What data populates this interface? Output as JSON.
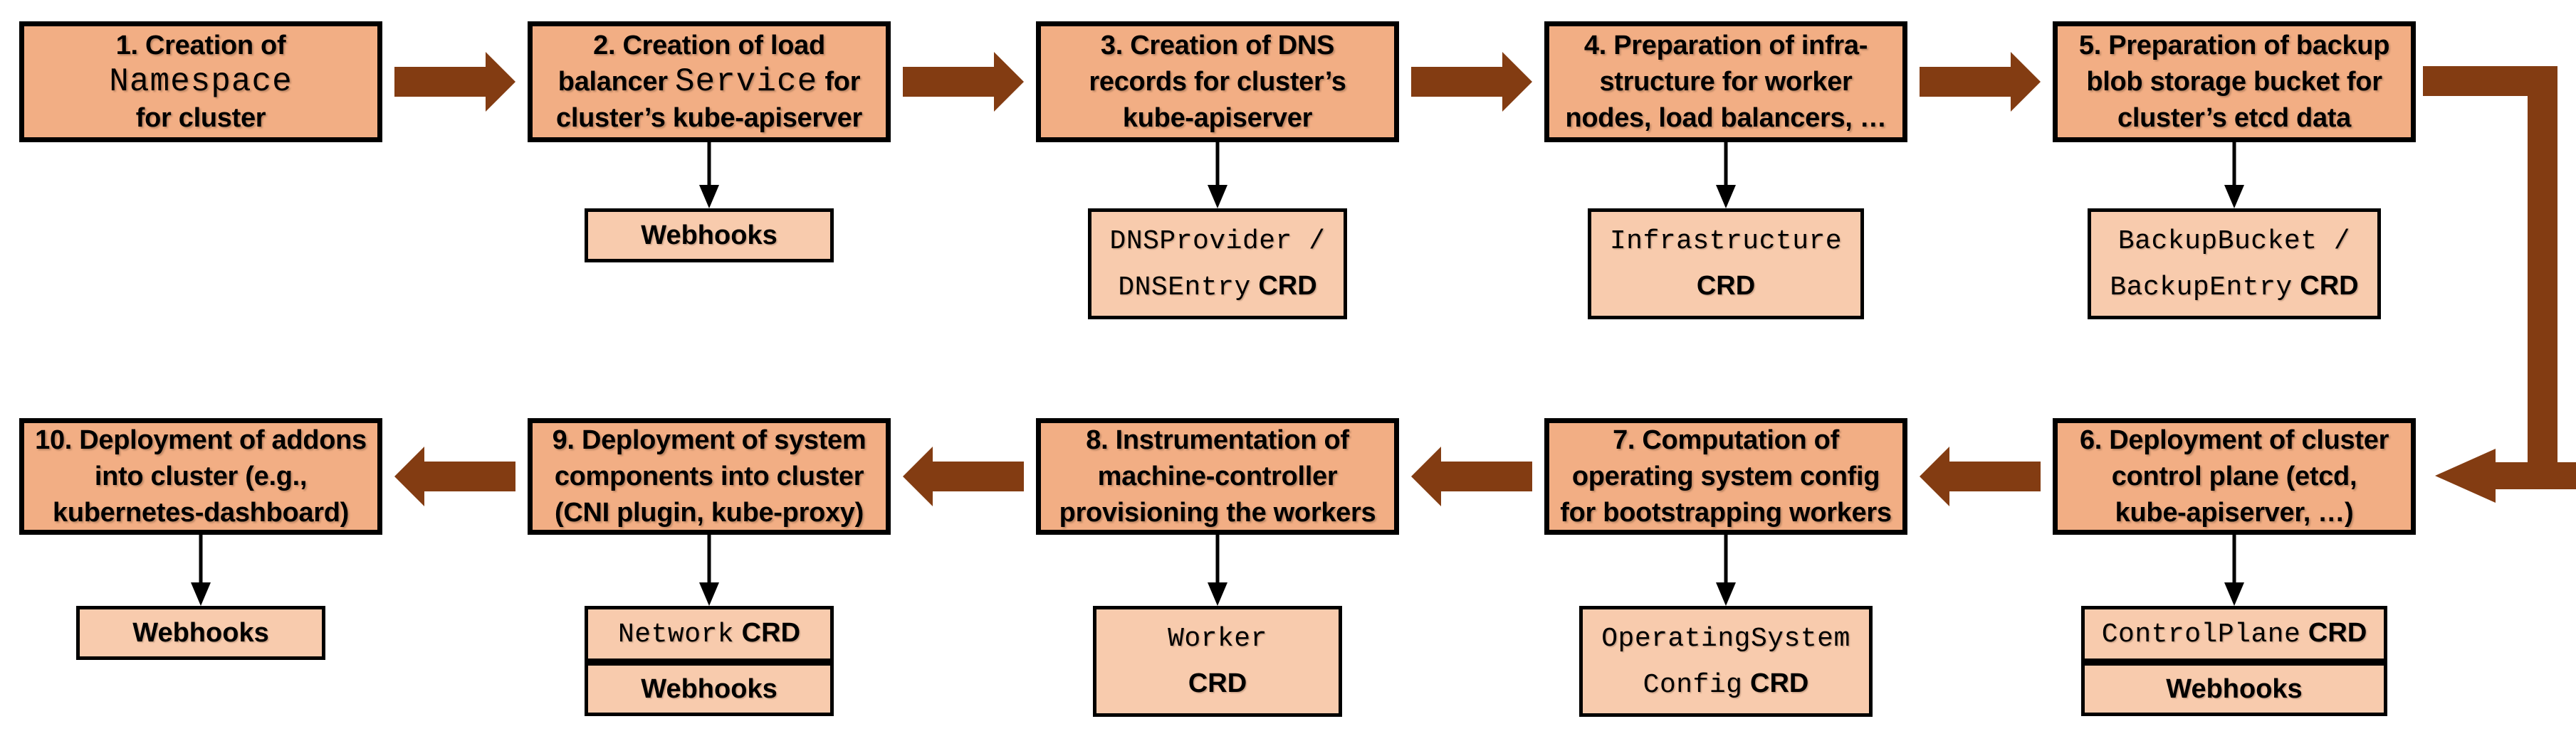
{
  "colors": {
    "main_fill": "#F2AE84",
    "sub_fill": "#F8CBAD",
    "arrow": "#833C12",
    "border": "#000000"
  },
  "steps": [
    {
      "lines": [
        {
          "pre": "1. Creation of"
        },
        {
          "mono": "Namespace"
        },
        {
          "pre": "for cluster"
        }
      ],
      "subs": []
    },
    {
      "lines": [
        {
          "pre": "2. Creation of load"
        },
        {
          "pre": "balancer ",
          "mono": "Service",
          "post": " for"
        },
        {
          "pre": "cluster’s kube-apiserver"
        }
      ],
      "subs": [
        {
          "plain1": "Webhooks"
        }
      ]
    },
    {
      "lines": [
        {
          "pre": "3. Creation of DNS"
        },
        {
          "pre": "records for cluster’s"
        },
        {
          "pre": "kube-apiserver"
        }
      ],
      "subs": [
        {
          "mono1": "DNSProvider /",
          "mono2": "DNSEntry",
          "bold2": " CRD"
        }
      ]
    },
    {
      "lines": [
        {
          "pre": "4. Preparation of infra-"
        },
        {
          "pre": "structure for worker"
        },
        {
          "pre": "nodes, load balancers, …"
        }
      ],
      "subs": [
        {
          "mono1": "Infrastructure",
          "bold2": "CRD"
        }
      ]
    },
    {
      "lines": [
        {
          "pre": "5. Preparation of backup"
        },
        {
          "pre": "blob storage bucket for"
        },
        {
          "pre": "cluster’s etcd data"
        }
      ],
      "subs": [
        {
          "mono1": "BackupBucket /",
          "mono2": "BackupEntry",
          "bold2": " CRD"
        }
      ]
    },
    {
      "lines": [
        {
          "pre": "6. Deployment of cluster"
        },
        {
          "pre": "control plane (etcd,"
        },
        {
          "pre": "kube-apiserver, …)"
        }
      ],
      "subs": [
        {
          "mono1": "ControlPlane",
          "bold1": " CRD"
        },
        {
          "plain1": "Webhooks"
        }
      ]
    },
    {
      "lines": [
        {
          "pre": "7. Computation of"
        },
        {
          "pre": "operating system config"
        },
        {
          "pre": "for bootstrapping workers"
        }
      ],
      "subs": [
        {
          "mono1": "OperatingSystem",
          "mono2": "Config",
          "bold2": " CRD"
        }
      ]
    },
    {
      "lines": [
        {
          "pre": "8. Instrumentation of"
        },
        {
          "pre": "machine-controller"
        },
        {
          "pre": "provisioning the workers"
        }
      ],
      "subs": [
        {
          "mono1": "Worker",
          "bold2": "CRD"
        }
      ]
    },
    {
      "lines": [
        {
          "pre": "9. Deployment of system"
        },
        {
          "pre": "components into cluster"
        },
        {
          "pre": "(CNI plugin, kube-proxy)"
        }
      ],
      "subs": [
        {
          "mono1": "Network",
          "bold1": " CRD"
        },
        {
          "plain1": "Webhooks"
        }
      ]
    },
    {
      "lines": [
        {
          "pre": "10. Deployment of addons"
        },
        {
          "pre": "into cluster (e.g.,"
        },
        {
          "pre": "kubernetes-dashboard)"
        }
      ],
      "subs": [
        {
          "plain1": "Webhooks"
        }
      ]
    }
  ]
}
